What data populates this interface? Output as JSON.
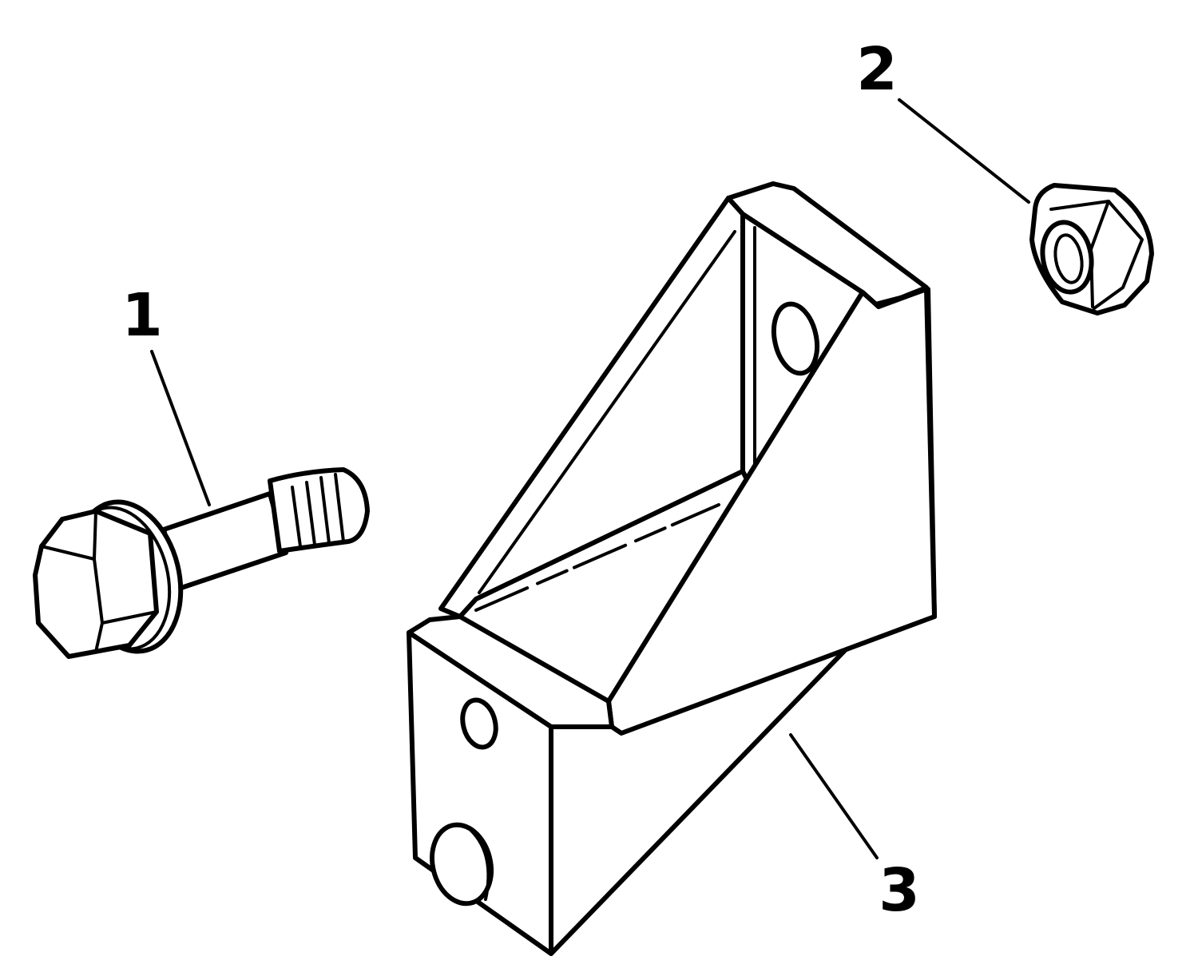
{
  "callouts": [
    {
      "number": "1",
      "part": "bolt"
    },
    {
      "number": "2",
      "part": "nut"
    },
    {
      "number": "3",
      "part": "bracket"
    }
  ],
  "colors": {
    "ink": "#000000",
    "background": "#ffffff"
  }
}
